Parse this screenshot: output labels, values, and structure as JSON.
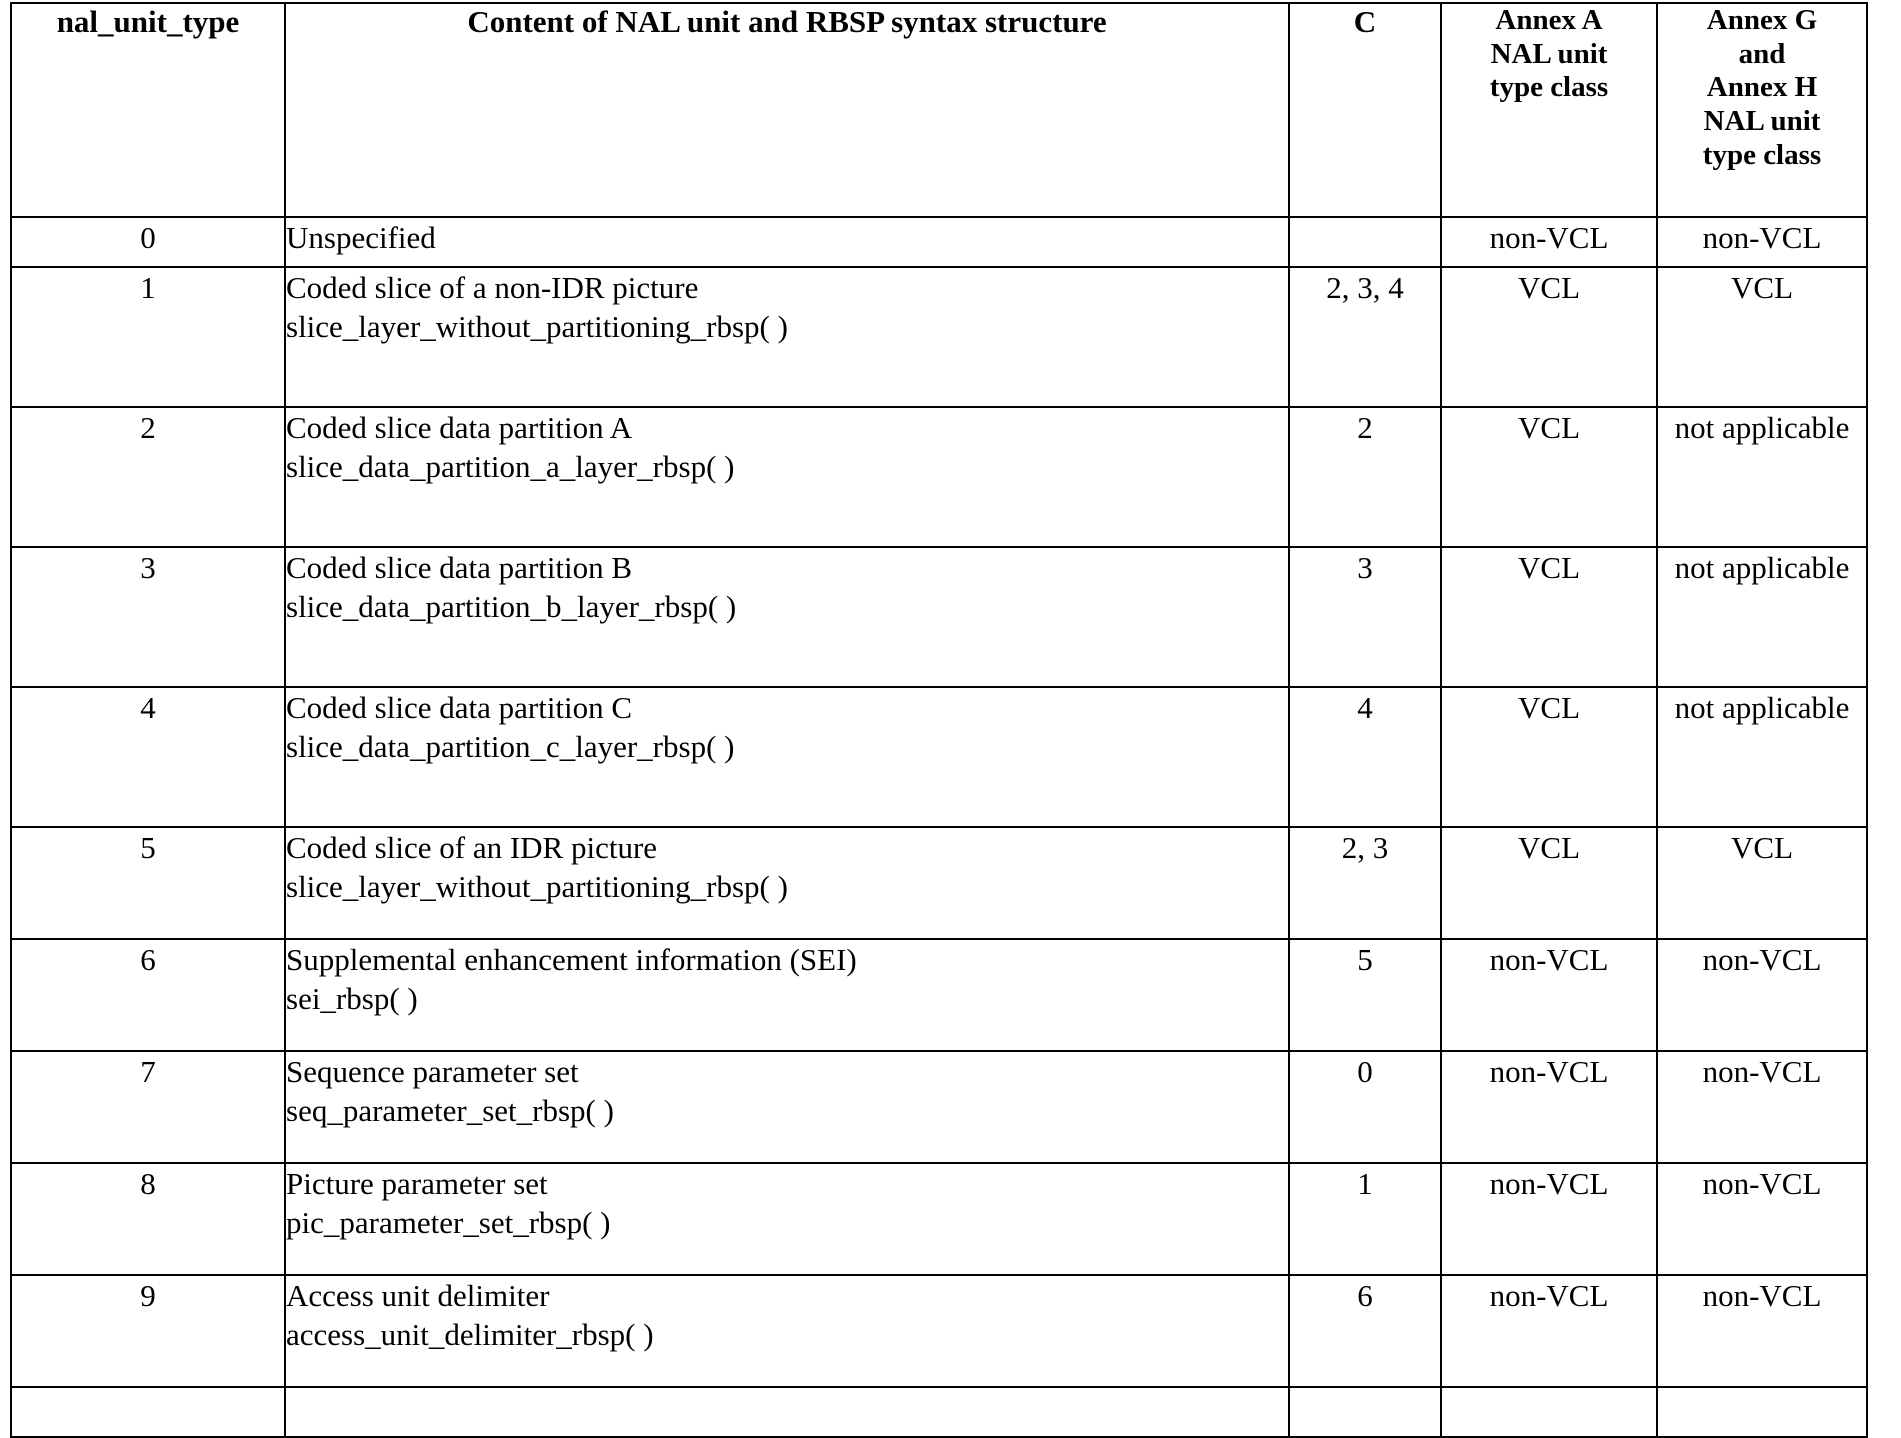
{
  "table": {
    "headers": {
      "nal_unit_type": "nal_unit_type",
      "content": "Content of NAL unit and RBSP syntax structure",
      "c": "C",
      "annex_a": [
        "Annex A",
        "NAL unit",
        "type class"
      ],
      "annex_gh": [
        "Annex G",
        "and",
        "Annex H",
        "NAL unit",
        "type class"
      ]
    },
    "rows": [
      {
        "nal_unit_type": "0",
        "content_line1": "Unspecified",
        "content_line2": "",
        "c": "",
        "annex_a": "non-VCL",
        "annex_gh": "non-VCL",
        "height": "short"
      },
      {
        "nal_unit_type": "1",
        "content_line1": "Coded slice of a non-IDR picture",
        "content_line2": "slice_layer_without_partitioning_rbsp( )",
        "c": "2, 3, 4",
        "annex_a": "VCL",
        "annex_gh": "VCL",
        "height": "three"
      },
      {
        "nal_unit_type": "2",
        "content_line1": "Coded slice data partition A",
        "content_line2": "slice_data_partition_a_layer_rbsp( )",
        "c": "2",
        "annex_a": "VCL",
        "annex_gh": "not applicable",
        "height": "three"
      },
      {
        "nal_unit_type": "3",
        "content_line1": "Coded slice data partition B",
        "content_line2": "slice_data_partition_b_layer_rbsp( )",
        "c": "3",
        "annex_a": "VCL",
        "annex_gh": "not applicable",
        "height": "three"
      },
      {
        "nal_unit_type": "4",
        "content_line1": "Coded slice data partition C",
        "content_line2": "slice_data_partition_c_layer_rbsp( )",
        "c": "4",
        "annex_a": "VCL",
        "annex_gh": "not applicable",
        "height": "three"
      },
      {
        "nal_unit_type": "5",
        "content_line1": "Coded slice of an IDR picture",
        "content_line2": "slice_layer_without_partitioning_rbsp( )",
        "c": "2, 3",
        "annex_a": "VCL",
        "annex_gh": "VCL",
        "height": "two"
      },
      {
        "nal_unit_type": "6",
        "content_line1": "Supplemental enhancement information (SEI)",
        "content_line2": "sei_rbsp( )",
        "c": "5",
        "annex_a": "non-VCL",
        "annex_gh": "non-VCL",
        "height": "two"
      },
      {
        "nal_unit_type": "7",
        "content_line1": "Sequence parameter set",
        "content_line2": "seq_parameter_set_rbsp( )",
        "c": "0",
        "annex_a": "non-VCL",
        "annex_gh": "non-VCL",
        "height": "two"
      },
      {
        "nal_unit_type": "8",
        "content_line1": "Picture parameter set",
        "content_line2": "pic_parameter_set_rbsp( )",
        "c": "1",
        "annex_a": "non-VCL",
        "annex_gh": "non-VCL",
        "height": "two"
      },
      {
        "nal_unit_type": "9",
        "content_line1": "Access unit delimiter",
        "content_line2": "access_unit_delimiter_rbsp( )",
        "c": "6",
        "annex_a": "non-VCL",
        "annex_gh": "non-VCL",
        "height": "two"
      },
      {
        "nal_unit_type": "",
        "content_line1": "",
        "content_line2": "",
        "c": "",
        "annex_a": "",
        "annex_gh": "",
        "height": "short"
      }
    ]
  },
  "colors": {
    "border": "#000000",
    "text": "#000000",
    "background": "#ffffff"
  }
}
